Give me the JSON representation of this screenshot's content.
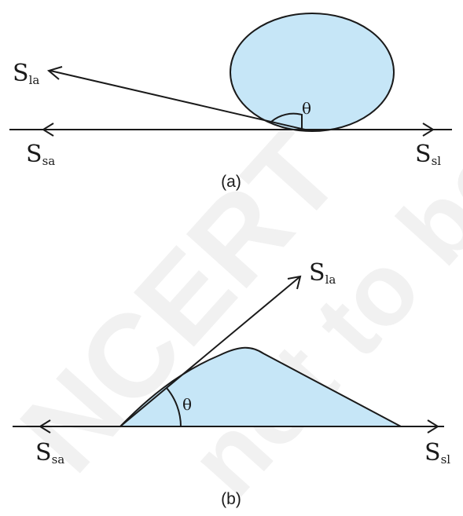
{
  "watermark": {
    "w1": "NCERT",
    "w2": "not to be republished"
  },
  "figure_a": {
    "caption": "(a)",
    "angle": "θ",
    "s_la": {
      "main": "S",
      "sub": "la"
    },
    "s_sa": {
      "main": "S",
      "sub": "sa"
    },
    "s_sl": {
      "main": "S",
      "sub": "sl"
    }
  },
  "figure_b": {
    "caption": "(b)",
    "angle": "θ",
    "s_la": {
      "main": "S",
      "sub": "la"
    },
    "s_sa": {
      "main": "S",
      "sub": "sa"
    },
    "s_sl": {
      "main": "S",
      "sub": "sl"
    }
  },
  "colors": {
    "drop_fill": "#c6e6f7",
    "stroke": "#1a1a1a",
    "watermark": "#f1f1f1"
  }
}
